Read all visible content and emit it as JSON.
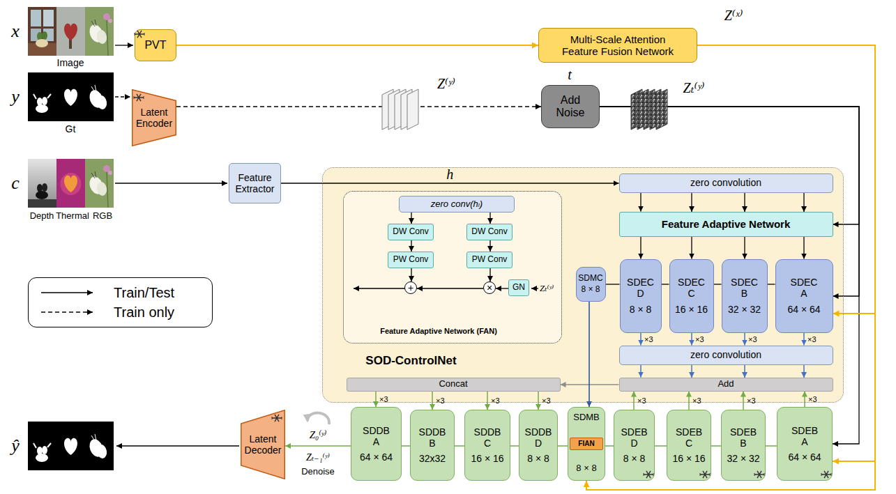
{
  "diagram": {
    "nodes": [
      {
        "text": [
          "PVT"
        ]
      },
      {
        "text": [
          "Multi-Scale Attention Feature Fusion Network"
        ]
      },
      {
        "text": [
          "Latent Encoder"
        ]
      },
      {
        "text": [
          "Add Noise"
        ]
      },
      {
        "text": [
          "Feature Extractor"
        ]
      },
      {
        "text": [
          "SOD-ControlNet"
        ]
      },
      {
        "text": [
          "Feature Adaptive Network (FAN)"
        ],
        "in": 5
      },
      {
        "text": [
          "zero conv(hₗ)"
        ],
        "in": 6
      },
      {
        "text": [
          "DW Conv"
        ],
        "in": 6
      },
      {
        "text": [
          "DW Conv"
        ],
        "in": 6
      },
      {
        "text": [
          "PW Conv"
        ],
        "in": 6
      },
      {
        "text": [
          "PW Conv"
        ],
        "in": 6
      },
      {
        "text": [
          "+"
        ],
        "in": 6
      },
      {
        "text": [
          "×"
        ],
        "in": 6
      },
      {
        "text": [
          "GN"
        ],
        "in": 6
      },
      {
        "text": [
          "zero convolution"
        ],
        "in": 5
      },
      {
        "text": [
          "Feature Adaptive Network"
        ],
        "in": 5
      },
      {
        "text": [
          "SDMC",
          "8 × 8"
        ],
        "in": 5
      },
      {
        "text": [
          "SDEC D",
          "8 × 8"
        ],
        "in": 5
      },
      {
        "text": [
          "SDEC C",
          "16 × 16"
        ],
        "in": 5
      },
      {
        "text": [
          "SDEC B",
          "32 × 32"
        ],
        "in": 5
      },
      {
        "text": [
          "SDEC A",
          "64 × 64"
        ],
        "in": 5
      },
      {
        "text": [
          "zero convolution"
        ],
        "in": 5
      },
      {
        "text": [
          "Concat"
        ],
        "in": 5
      },
      {
        "text": [
          "Add"
        ],
        "in": 5
      },
      {
        "text": [
          "Latent Decoder"
        ]
      },
      {
        "text": [
          "SDDB A",
          "64 × 64"
        ]
      },
      {
        "text": [
          "SDDB B",
          "32x32"
        ]
      },
      {
        "text": [
          "SDDB C",
          "16 × 16"
        ]
      },
      {
        "text": [
          "SDDB D",
          "8 × 8"
        ]
      },
      {
        "text": [
          "SDMB",
          "8 × 8"
        ]
      },
      {
        "text": [
          "FIAN"
        ],
        "in": 30
      },
      {
        "text": [
          "SDEB D",
          "8 × 8"
        ]
      },
      {
        "text": [
          "SDEB C",
          "16 × 16"
        ]
      },
      {
        "text": [
          "SDEB B",
          "32 × 32"
        ]
      },
      {
        "text": [
          "SDEB A",
          "64 × 64"
        ]
      }
    ],
    "edges": [
      {
        "from": 0,
        "to": 1,
        "arrow": "to"
      },
      {
        "from": 2,
        "to": 3,
        "arrow": "to"
      },
      {
        "from": 3,
        "to": 16,
        "arrow": "to"
      },
      {
        "from": 3,
        "to": 21,
        "arrow": "to"
      },
      {
        "from": 3,
        "to": 35,
        "arrow": "to"
      },
      {
        "from": 1,
        "to": 21,
        "arrow": "to"
      },
      {
        "from": 1,
        "to": 35,
        "arrow": "to"
      },
      {
        "from": 1,
        "to": 30,
        "arrow": "to"
      },
      {
        "from": 4,
        "to": 15,
        "arrow": "to",
        "label": "h"
      },
      {
        "from": 15,
        "to": 16,
        "arrow": "to"
      },
      {
        "from": 16,
        "to": 18,
        "arrow": "to"
      },
      {
        "from": 16,
        "to": 19,
        "arrow": "to"
      },
      {
        "from": 16,
        "to": 20,
        "arrow": "to"
      },
      {
        "from": 16,
        "to": 21,
        "arrow": "to"
      },
      {
        "from": 17,
        "to": 18,
        "arrow": "none"
      },
      {
        "from": 18,
        "to": 19,
        "arrow": "none"
      },
      {
        "from": 19,
        "to": 20,
        "arrow": "none"
      },
      {
        "from": 20,
        "to": 21,
        "arrow": "none"
      },
      {
        "from": 18,
        "to": 22,
        "arrow": "to",
        "label": "×3"
      },
      {
        "from": 19,
        "to": 22,
        "arrow": "to",
        "label": "×3"
      },
      {
        "from": 20,
        "to": 22,
        "arrow": "to",
        "label": "×3"
      },
      {
        "from": 21,
        "to": 22,
        "arrow": "to",
        "label": "×3"
      },
      {
        "from": 22,
        "to": 24,
        "arrow": "to"
      },
      {
        "from": 24,
        "to": 23,
        "arrow": "to"
      },
      {
        "from": 23,
        "to": 26,
        "arrow": "to",
        "label": "×3"
      },
      {
        "from": 23,
        "to": 27,
        "arrow": "to",
        "label": "×3"
      },
      {
        "from": 23,
        "to": 28,
        "arrow": "to",
        "label": "×3"
      },
      {
        "from": 23,
        "to": 29,
        "arrow": "to",
        "label": "×3"
      },
      {
        "from": 32,
        "to": 24,
        "arrow": "to",
        "label": "×3"
      },
      {
        "from": 33,
        "to": 24,
        "arrow": "to",
        "label": "×3"
      },
      {
        "from": 34,
        "to": 24,
        "arrow": "to",
        "label": "×3"
      },
      {
        "from": 35,
        "to": 24,
        "arrow": "to",
        "label": "×3"
      },
      {
        "from": 17,
        "to": 30,
        "arrow": "to"
      },
      {
        "from": 26,
        "to": 27,
        "arrow": "none"
      },
      {
        "from": 27,
        "to": 28,
        "arrow": "none"
      },
      {
        "from": 28,
        "to": 29,
        "arrow": "none"
      },
      {
        "from": 29,
        "to": 30,
        "arrow": "none"
      },
      {
        "from": 30,
        "to": 32,
        "arrow": "none"
      },
      {
        "from": 32,
        "to": 33,
        "arrow": "none"
      },
      {
        "from": 33,
        "to": 34,
        "arrow": "none"
      },
      {
        "from": 34,
        "to": 35,
        "arrow": "none"
      },
      {
        "from": 26,
        "to": 25,
        "arrow": "to",
        "label": "Z₀⁽ʸ⁾"
      },
      {
        "from": 7,
        "to": 8,
        "arrow": "to"
      },
      {
        "from": 7,
        "to": 9,
        "arrow": "to"
      },
      {
        "from": 8,
        "to": 10,
        "arrow": "to"
      },
      {
        "from": 9,
        "to": 11,
        "arrow": "to"
      },
      {
        "from": 10,
        "to": 12,
        "arrow": "to"
      },
      {
        "from": 11,
        "to": 13,
        "arrow": "to"
      },
      {
        "from": 14,
        "to": 13,
        "arrow": "to"
      },
      {
        "from": 13,
        "to": 12,
        "arrow": "to"
      }
    ],
    "labels": [
      "x",
      "Image",
      "y",
      "Gt",
      "c",
      "Depth",
      "Thermal",
      "RGB",
      "Z⁽ˣ⁾",
      "t",
      "Z⁽ʸ⁾",
      "Zₜ⁽ʸ⁾",
      "Zₜ⁽ʸ⁾",
      "Zₜ₋₁⁽ʸ⁾",
      "Denoise",
      "ŷ"
    ],
    "legend": [
      {
        "text": "Train/Test"
      },
      {
        "text": "Train only"
      }
    ]
  }
}
